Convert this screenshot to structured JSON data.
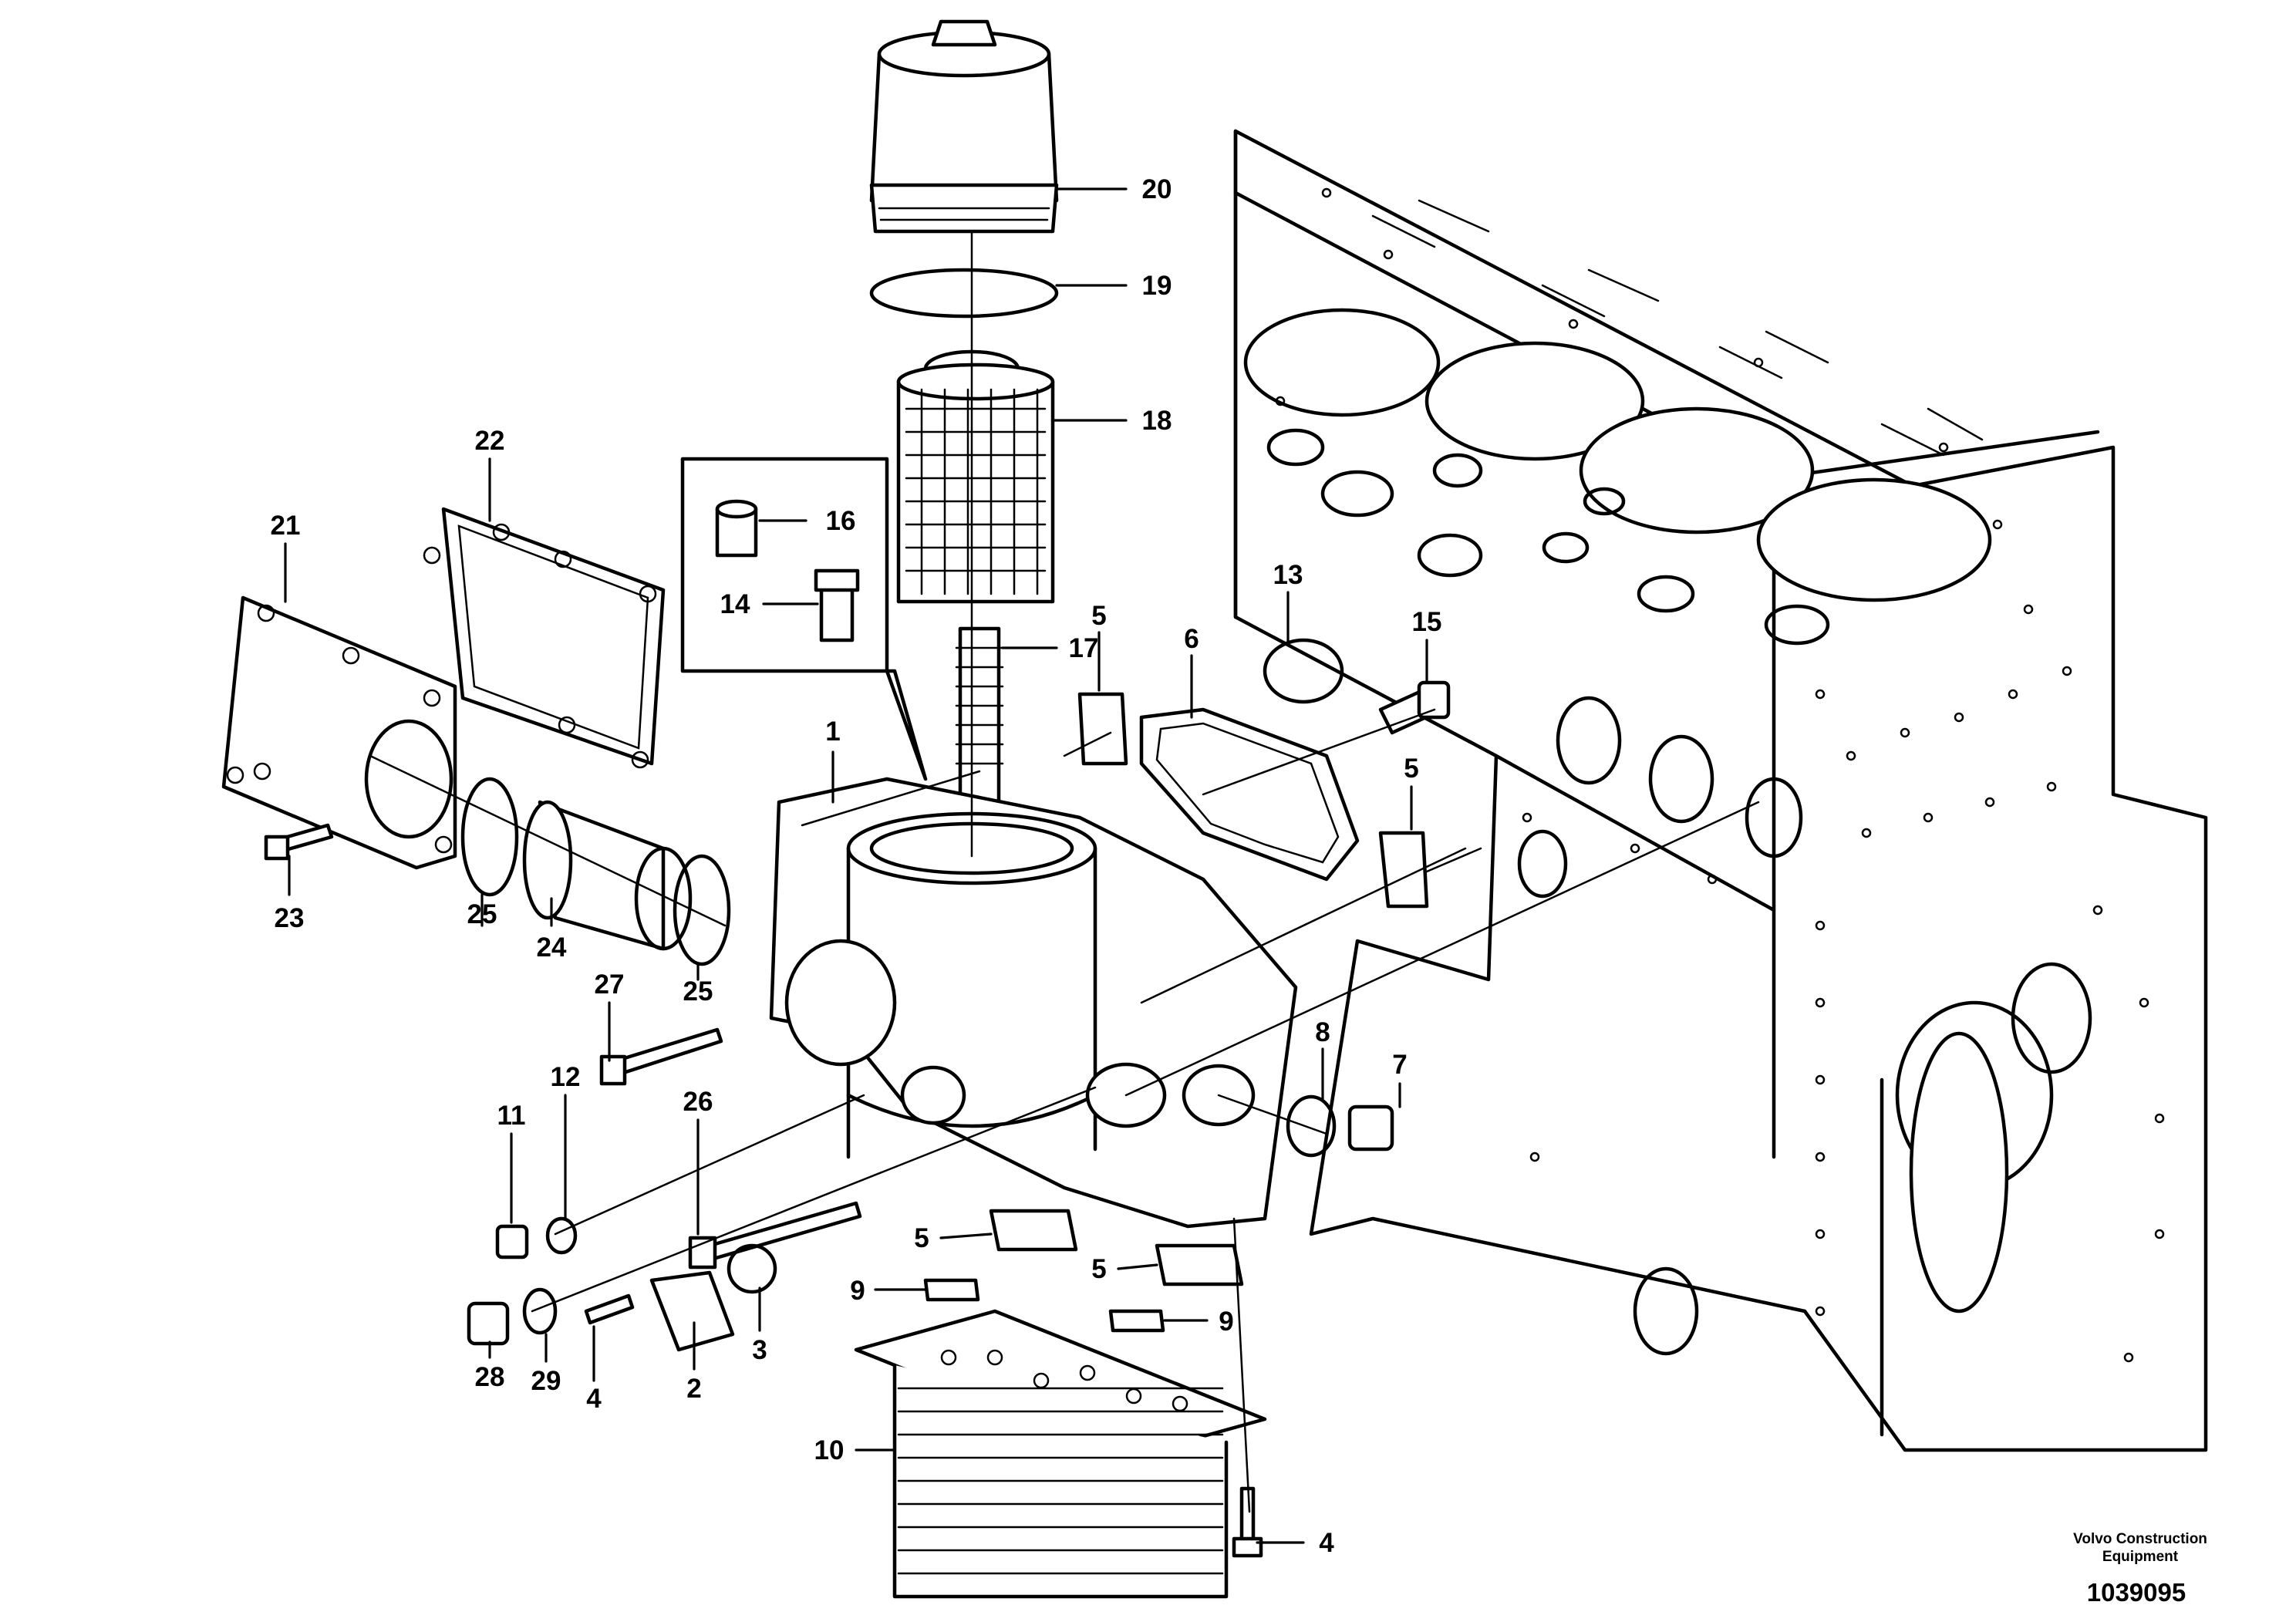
{
  "callouts": [
    "1",
    "2",
    "3",
    "4",
    "4",
    "5",
    "5",
    "5",
    "5",
    "6",
    "7",
    "8",
    "9",
    "9",
    "10",
    "11",
    "12",
    "13",
    "14",
    "15",
    "16",
    "17",
    "18",
    "19",
    "20",
    "21",
    "22",
    "23",
    "24",
    "25",
    "25",
    "26",
    "27",
    "28",
    "29"
  ],
  "credit": {
    "line1": "Volvo Construction",
    "line2": "Equipment"
  },
  "doc_number": "1039095"
}
